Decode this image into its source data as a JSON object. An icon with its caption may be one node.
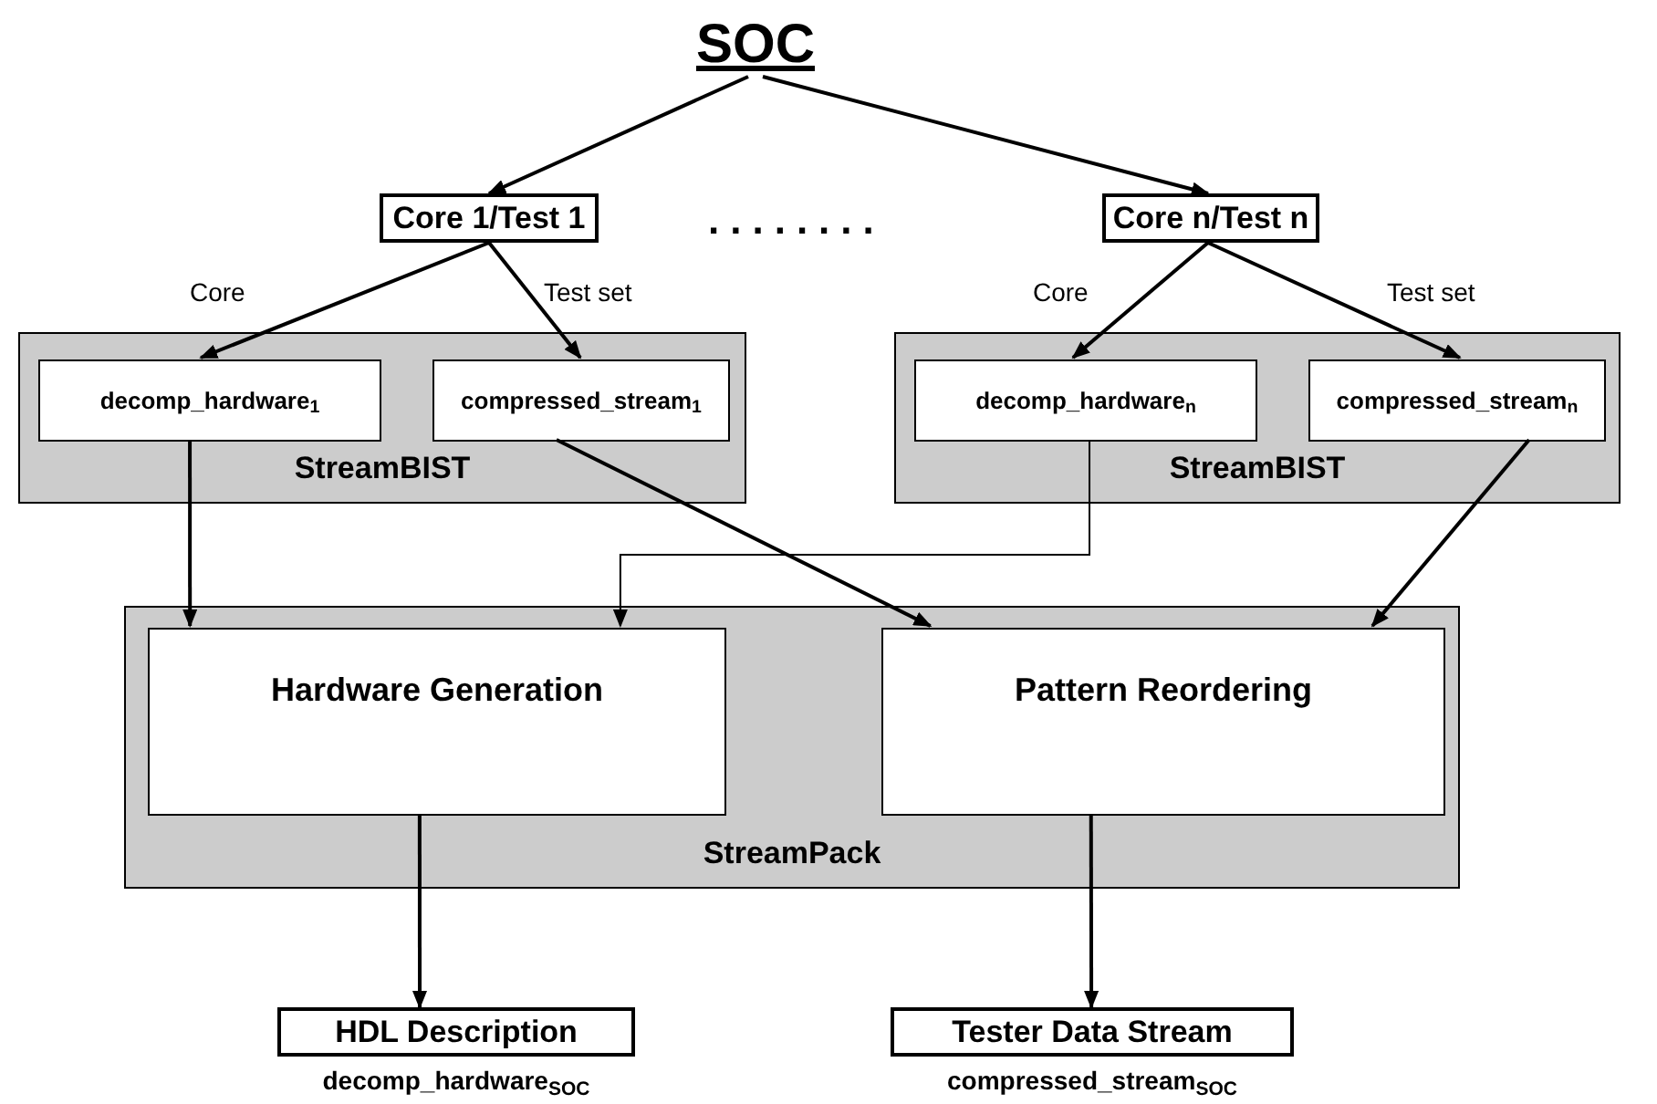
{
  "diagram": {
    "nodes": [
      {
        "text": [
          "SOC"
        ]
      },
      {
        "text": [
          "Core 1/Test 1"
        ]
      },
      {
        "text": [
          "Core n/Test n"
        ]
      },
      {
        "text": [
          "StreamBIST"
        ]
      },
      {
        "text": [
          "decomp_hardware$_{1}$"
        ],
        "in": 3
      },
      {
        "text": [
          "compressed_stream$_{1}$"
        ],
        "in": 3
      },
      {
        "text": [
          "StreamBIST"
        ]
      },
      {
        "text": [
          "decomp_hardware$_{n}$"
        ],
        "in": 6
      },
      {
        "text": [
          "compressed_stream$_{n}$"
        ],
        "in": 6
      },
      {
        "text": [
          "StreamPack"
        ]
      },
      {
        "text": [
          "Hardware Generation"
        ],
        "in": 9
      },
      {
        "text": [
          "Pattern Reordering"
        ],
        "in": 9
      },
      {
        "text": [
          "HDL Description"
        ],
        "beside": [
          "decomp_hardware$_{SOC}$"
        ]
      },
      {
        "text": [
          "Tester Data Stream"
        ],
        "beside": [
          "compressed_stream$_{SOC}$"
        ]
      }
    ],
    "edges": [
      {
        "from": 0,
        "to": 1,
        "arrow": "to"
      },
      {
        "from": 0,
        "to": 2,
        "arrow": "to"
      },
      {
        "from": 1,
        "to": 4,
        "arrow": "to",
        "label": "Core"
      },
      {
        "from": 1,
        "to": 5,
        "arrow": "to",
        "label": "Test set"
      },
      {
        "from": 2,
        "to": 7,
        "arrow": "to",
        "label": "Core"
      },
      {
        "from": 2,
        "to": 8,
        "arrow": "to",
        "label": "Test set"
      },
      {
        "from": 4,
        "to": 10,
        "arrow": "to"
      },
      {
        "from": 7,
        "to": 10,
        "arrow": "to"
      },
      {
        "from": 5,
        "to": 11,
        "arrow": "to"
      },
      {
        "from": 8,
        "to": 11,
        "arrow": "to"
      },
      {
        "from": 10,
        "to": 12,
        "arrow": "to"
      },
      {
        "from": 11,
        "to": 13,
        "arrow": "to"
      }
    ],
    "labels": [
      "........"
    ]
  }
}
